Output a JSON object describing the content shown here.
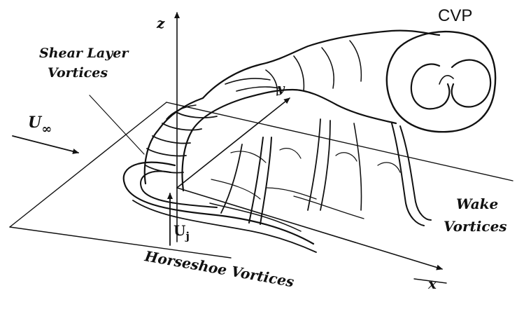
{
  "labels": {
    "cvp": "CVP",
    "z_axis": "z",
    "y_axis": "y",
    "x_axis": "x",
    "shear_layer_line1": "Shear Layer",
    "shear_layer_line2": "Vortices",
    "u_inf_main": "U",
    "u_inf_sub": "∞",
    "uj_main": "U",
    "uj_sub": "j",
    "horseshoe": "Horseshoe Vortices",
    "wake_line1": "Wake",
    "wake_line2": "Vortices"
  },
  "colors": {
    "ink": "#111111",
    "background": "#ffffff"
  }
}
